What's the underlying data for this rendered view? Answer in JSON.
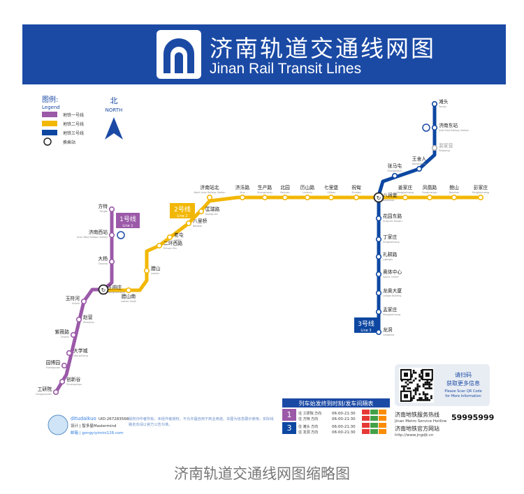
{
  "header": {
    "title_cn": "济南轨道交通线网图",
    "title_en": "Jinan Rail Transit Lines"
  },
  "caption": "济南轨道交通线网图缩略图",
  "legend": {
    "title": "图例:",
    "subtitle": "Legend",
    "items": [
      {
        "label": "地铁一号线",
        "color": "#9b59a8"
      },
      {
        "label": "地铁二号线",
        "color": "#f2b705"
      },
      {
        "label": "地铁三号线",
        "color": "#0d47a1"
      },
      {
        "label": "换乘站"
      }
    ]
  },
  "compass": {
    "cn": "北",
    "en": "NORTH"
  },
  "lines": [
    {
      "id": "1",
      "badge": "1号线",
      "en": "Line 1",
      "color": "#9b59a8"
    },
    {
      "id": "2",
      "badge": "2号线",
      "en": "Line 2",
      "color": "#f2b705"
    },
    {
      "id": "3",
      "badge": "3号线",
      "en": "Line 3",
      "color": "#0d47a1"
    }
  ],
  "stations": [
    {
      "name": "方特",
      "en": "Fangte"
    },
    {
      "name": "济南西站",
      "en": "Jinan West Railway Station"
    },
    {
      "name": "大杨",
      "en": "Dayang"
    },
    {
      "name": "王府庄",
      "en": "Wangfuzhuang"
    },
    {
      "name": "玉符河",
      "en": "Yufuhe"
    },
    {
      "name": "赵营",
      "en": "Zhaoying"
    },
    {
      "name": "紫薇路",
      "en": "Ziweilu"
    },
    {
      "name": "大学城",
      "en": "Daxuecheng"
    },
    {
      "name": "园博园",
      "en": "Yuanboyuan"
    },
    {
      "name": "创新谷",
      "en": "Chuangxingu"
    },
    {
      "name": "工研院",
      "en": "Gongyanyuan"
    },
    {
      "name": "腊山南",
      "en": "Lashan South"
    },
    {
      "name": "腊山",
      "en": "Lashan"
    },
    {
      "name": "二环西路",
      "en": "Erhuan Xilu"
    },
    {
      "name": "老屯",
      "en": "Laotun"
    },
    {
      "name": "八里桥",
      "en": "Baliqiao"
    },
    {
      "name": "匡瑞路",
      "en": "Kuangruilu"
    },
    {
      "name": "济南站北",
      "en": "North Jinan Railway Station"
    },
    {
      "name": "济泺路",
      "en": "Jiluo"
    },
    {
      "name": "生产路",
      "en": "Shengchanlu"
    },
    {
      "name": "北园",
      "en": "Beiyuan"
    },
    {
      "name": "历山路",
      "en": "Lishanlu"
    },
    {
      "name": "七里堡",
      "en": "Qilibao"
    },
    {
      "name": "祝甸",
      "en": "Zhudian"
    },
    {
      "name": "姜家庄",
      "en": "Jiangjiazhuang"
    },
    {
      "name": "凤凰路",
      "en": "Fenghuanglu"
    },
    {
      "name": "鲍山",
      "en": "Baoshan"
    },
    {
      "name": "彭家庄",
      "en": "Pengjiazhuang"
    },
    {
      "name": "滩头",
      "en": "Tantou"
    },
    {
      "name": "济南东站",
      "en": "Jinan East Railway Station"
    },
    {
      "name": "裴家营",
      "en": "Peijiaying"
    },
    {
      "name": "张马屯",
      "en": "Zhangmatun"
    },
    {
      "name": "王舍人",
      "en": "Wangsheren"
    },
    {
      "name": "八涧堡",
      "en": "Bajianbao"
    },
    {
      "name": "花园东路",
      "en": "Huayuan Donglu"
    },
    {
      "name": "丁家庄",
      "en": "Dingjiazhuang"
    },
    {
      "name": "礼耕路",
      "en": "Ligenglu"
    },
    {
      "name": "奥体中心",
      "en": "Sports Center"
    },
    {
      "name": "龙奥大厦",
      "en": "Longao Building"
    },
    {
      "name": "孟家庄",
      "en": "Mengjiazhuang"
    },
    {
      "name": "龙洞",
      "en": "Longdong"
    }
  ],
  "info": {
    "copyright": "版权归作者所有，未经作者授权，不允许擅自用于商业用途。本图为信息展示使用，实际线路走向请以官方公告为准。",
    "author_name": "ditudaikuo",
    "author_uid": "UID:267283568",
    "author_design": "设计 | 智多星Mastermind",
    "author_mail": "邮箱 | gongyiyimini126.com",
    "timetable_title": "列车始发终到时刻/发车间隔表",
    "timetable_rows": [
      {
        "line": "1",
        "en": "Line 1",
        "dir1": "往 工研院 方向",
        "dir2": "往 方特 方向",
        "t1": "06:00-21:30",
        "t2": "06:00-21:30"
      },
      {
        "line": "3",
        "en": "Line 3",
        "dir1": "往 滩头 方向",
        "dir2": "往 龙洞 方向",
        "t1": "06:00-21:30",
        "t2": "06:00-21:30"
      }
    ],
    "qr_cn1": "请扫码",
    "qr_cn2": "获取更多信息",
    "qr_en1": "Please Scan QR Code",
    "qr_en2": "for More Information",
    "hotline_cn": "济南地铁服务热线",
    "hotline_en": "Jinan Metro Service Hotline",
    "hotline": "59995999",
    "website_cn": "济南地铁官方网站",
    "website_en": "http://www.jngdjt.cn"
  }
}
